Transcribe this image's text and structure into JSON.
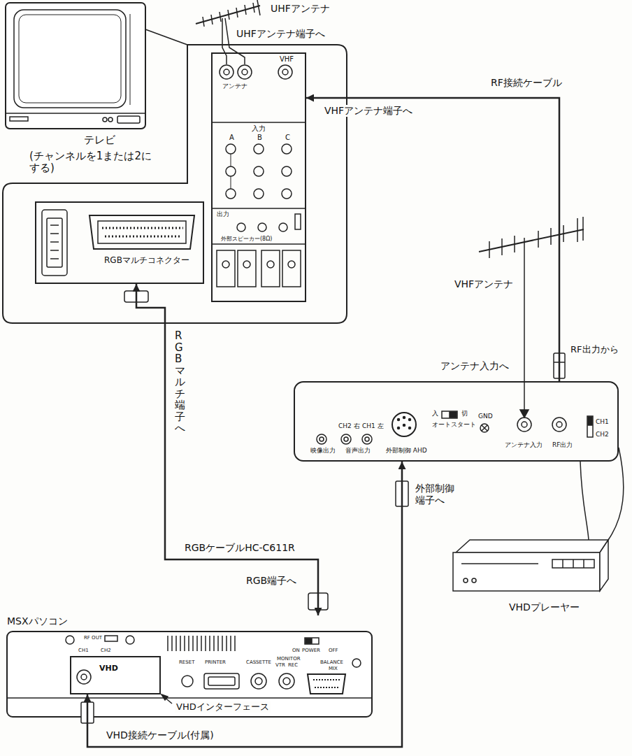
{
  "diagram": {
    "nodes": [
      {
        "text": [
          "テレビ",
          "(チャンネルを1または2にする)"
        ]
      },
      {
        "text": [
          "RGBマルチコネクター"
        ]
      },
      {
        "text": [
          "アンテナ",
          "VHF",
          "入力",
          "A",
          "B",
          "C",
          "出力",
          "外部スピーカー(8Ω)"
        ]
      },
      {
        "text": [
          "映像出力",
          "CH2 右",
          "CH1 左",
          "音声出力",
          "外部制御 AHD",
          "入",
          "切",
          "オートスタート",
          "GND",
          "アンテナ入力",
          "RF出力",
          "CH1",
          "CH2"
        ]
      },
      {
        "text": [
          "VHDプレーヤー"
        ]
      },
      {
        "text": [
          "MSXパソコン",
          "RF OUT",
          "CH1",
          "CH2",
          "RESET",
          "PRINTER",
          "CASSETTE",
          "MONITOR",
          "VTR",
          "REC",
          "ON",
          "POWER",
          "OFF",
          "BALANCE",
          "MIX"
        ]
      },
      {
        "text": [
          "VHD"
        ],
        "in": 5
      }
    ],
    "edges": [
      {
        "from": 3,
        "to": 2,
        "arrow": "to",
        "label": "RF接続ケーブル"
      },
      {
        "from": 5,
        "to": 1,
        "arrow": "both",
        "label": "RGBケーブルHC-C611R"
      },
      {
        "from": 6,
        "to": 3,
        "arrow": "both",
        "label": "VHD接続ケーブル(付属)"
      }
    ],
    "labels": [
      "UHFアンテナ",
      "UHFアンテナ端子へ",
      "VHFアンテナ端子へ",
      "VHFアンテナ",
      "アンテナ入力へ",
      "RF出力から",
      "RGBマルチ端子へ",
      "RGB端子へ",
      "外部制御 端子へ",
      "VHDインターフェース"
    ]
  }
}
